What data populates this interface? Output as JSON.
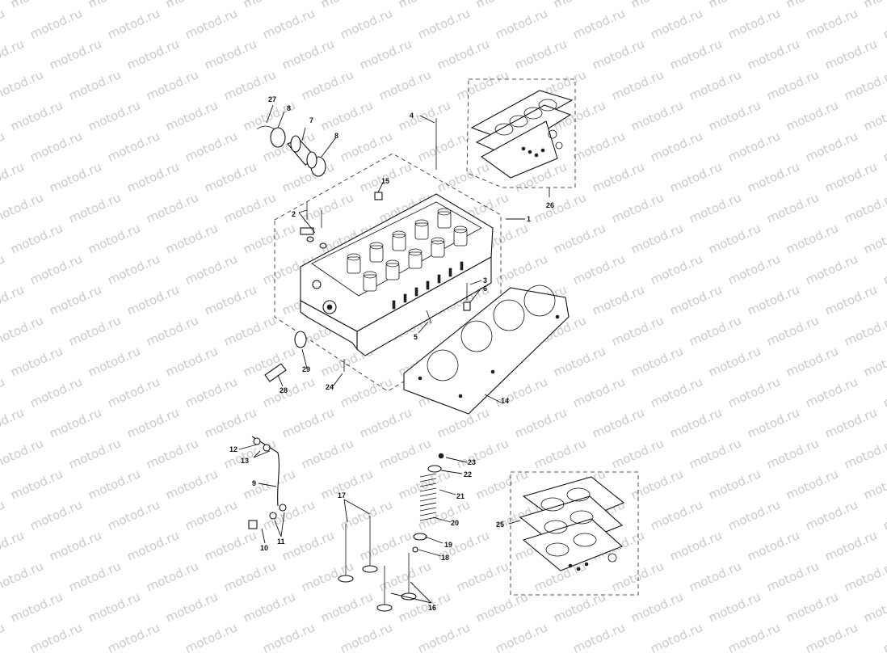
{
  "watermark": {
    "text": "motod.ru",
    "color": "#c9c9c9"
  },
  "colors": {
    "line": "#111111",
    "background": "#ffffff"
  },
  "part_labels": {
    "p1": "1",
    "p2": "2",
    "p3": "3",
    "p4": "4",
    "p5": "5",
    "p6": "6",
    "p7": "7",
    "p8a": "8",
    "p8b": "8",
    "p9": "9",
    "p10": "10",
    "p11": "11",
    "p12": "12",
    "p13": "13",
    "p14": "14",
    "p15": "15",
    "p16": "16",
    "p17": "17",
    "p18": "18",
    "p19": "19",
    "p20": "20",
    "p21": "21",
    "p22": "22",
    "p23": "23",
    "p24": "24",
    "p25": "25",
    "p26": "26",
    "p27": "27",
    "p28": "28",
    "p29": "29"
  }
}
